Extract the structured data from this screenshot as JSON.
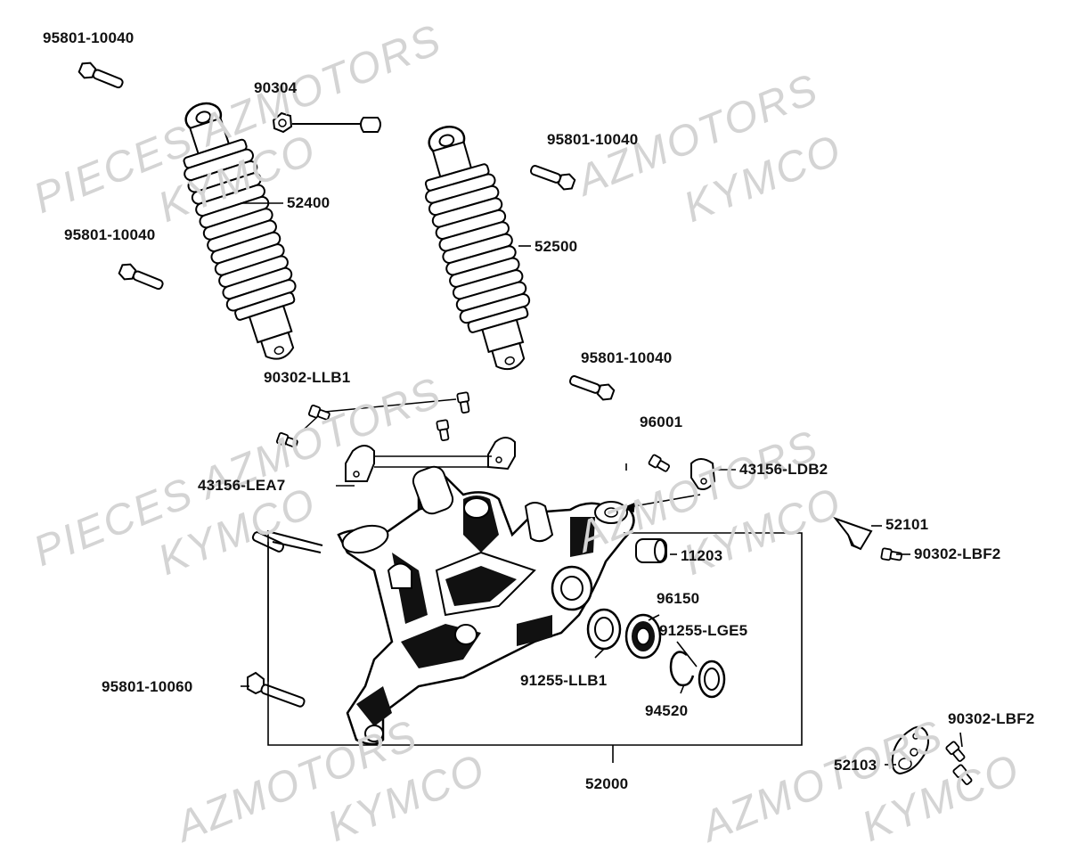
{
  "watermarks": {
    "w1": "PIECES AZMOTORS",
    "w2": "KYMCO",
    "w3": "AZMOTORS",
    "w4": "KYMCO",
    "w5": "PIECES AZMOTORS",
    "w6": "KYMCO",
    "w7": "AZMOTORS",
    "w8": "KYMCO",
    "w9": "AZMOTORS",
    "w10": "KYMCO",
    "w11": "AZMOTORS",
    "w12": "KYMCO"
  },
  "parts": {
    "bolt_shock_left_top": "95801-10040",
    "nut_90304": "90304",
    "bolt_shock_right_top": "95801-10040",
    "shock_left": "52400",
    "shock_right": "52500",
    "bolt_shock_left_bottom": "95801-10040",
    "bolt_shock_right_bottom": "95801-10040",
    "screw_llb1": "90302-LLB1",
    "bolt_96001": "96001",
    "clamp_ldb2": "43156-LDB2",
    "clamp_lea7": "43156-LEA7",
    "bracket_52101": "52101",
    "collar_11203": "11203",
    "screw_lbf2_a": "90302-LBF2",
    "bearing_96150": "96150",
    "seal_lge5": "91255-LGE5",
    "long_bolt": "95801-10060",
    "seal_llb1": "91255-LLB1",
    "circlip_94520": "94520",
    "screw_lbf2_b": "90302-LBF2",
    "plate_52103": "52103",
    "swing_arm": "52000"
  }
}
